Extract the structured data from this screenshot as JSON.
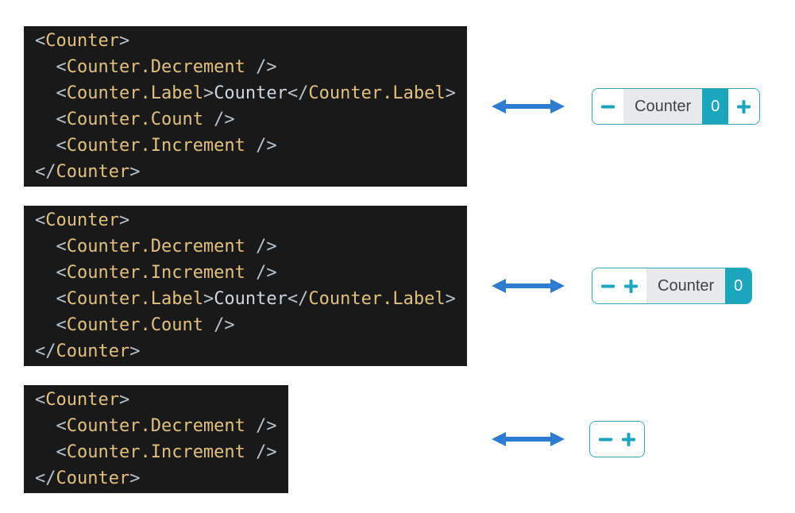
{
  "colors": {
    "page_background": "#ffffff",
    "code_background": "#191919",
    "code_tag": "#e2c17f",
    "code_punctuation": "#b9c3cc",
    "code_text": "#cdd6de",
    "teal": "#1aa6bc",
    "teal_border": "#2aa9c0",
    "label_background": "#e8e9eb",
    "label_text": "#3d4449",
    "count_text": "#ffffff",
    "arrow_blue": "#2e7cd2"
  },
  "icons": {
    "arrow": "double-headed-arrow-icon",
    "minus": "minus-icon",
    "plus": "plus-icon"
  },
  "examples": [
    {
      "code_lines": [
        [
          [
            "punct",
            "<"
          ],
          [
            "tag",
            "Counter"
          ],
          [
            "punct",
            ">"
          ]
        ],
        [
          [
            "punct",
            "  <"
          ],
          [
            "tag",
            "Counter.Decrement"
          ],
          [
            "punct",
            " />"
          ]
        ],
        [
          [
            "punct",
            "  <"
          ],
          [
            "tag",
            "Counter.Label"
          ],
          [
            "punct",
            ">"
          ],
          [
            "text",
            "Counter"
          ],
          [
            "punct",
            "</"
          ],
          [
            "tag",
            "Counter.Label"
          ],
          [
            "punct",
            ">"
          ]
        ],
        [
          [
            "punct",
            "  <"
          ],
          [
            "tag",
            "Counter.Count"
          ],
          [
            "punct",
            " />"
          ]
        ],
        [
          [
            "punct",
            "  <"
          ],
          [
            "tag",
            "Counter.Increment"
          ],
          [
            "punct",
            " />"
          ]
        ],
        [
          [
            "punct",
            "</"
          ],
          [
            "tag",
            "Counter"
          ],
          [
            "punct",
            ">"
          ]
        ]
      ],
      "widget": {
        "cells": [
          {
            "kind": "buttons",
            "buttons": [
              {
                "action": "decrement",
                "glyph": "minus"
              }
            ]
          },
          {
            "kind": "label",
            "text": "Counter"
          },
          {
            "kind": "count",
            "text": "0"
          },
          {
            "kind": "buttons",
            "buttons": [
              {
                "action": "increment",
                "glyph": "plus"
              }
            ]
          }
        ]
      }
    },
    {
      "code_lines": [
        [
          [
            "punct",
            "<"
          ],
          [
            "tag",
            "Counter"
          ],
          [
            "punct",
            ">"
          ]
        ],
        [
          [
            "punct",
            "  <"
          ],
          [
            "tag",
            "Counter.Decrement"
          ],
          [
            "punct",
            " />"
          ]
        ],
        [
          [
            "punct",
            "  <"
          ],
          [
            "tag",
            "Counter.Increment"
          ],
          [
            "punct",
            " />"
          ]
        ],
        [
          [
            "punct",
            "  <"
          ],
          [
            "tag",
            "Counter.Label"
          ],
          [
            "punct",
            ">"
          ],
          [
            "text",
            "Counter"
          ],
          [
            "punct",
            "</"
          ],
          [
            "tag",
            "Counter.Label"
          ],
          [
            "punct",
            ">"
          ]
        ],
        [
          [
            "punct",
            "  <"
          ],
          [
            "tag",
            "Counter.Count"
          ],
          [
            "punct",
            " />"
          ]
        ],
        [
          [
            "punct",
            "</"
          ],
          [
            "tag",
            "Counter"
          ],
          [
            "punct",
            ">"
          ]
        ]
      ],
      "widget": {
        "cells": [
          {
            "kind": "buttons",
            "buttons": [
              {
                "action": "decrement",
                "glyph": "minus"
              },
              {
                "action": "increment",
                "glyph": "plus"
              }
            ]
          },
          {
            "kind": "label",
            "text": "Counter"
          },
          {
            "kind": "count",
            "text": "0"
          }
        ]
      }
    },
    {
      "code_lines": [
        [
          [
            "punct",
            "<"
          ],
          [
            "tag",
            "Counter"
          ],
          [
            "punct",
            ">"
          ]
        ],
        [
          [
            "punct",
            "  <"
          ],
          [
            "tag",
            "Counter.Decrement"
          ],
          [
            "punct",
            " />"
          ]
        ],
        [
          [
            "punct",
            "  <"
          ],
          [
            "tag",
            "Counter.Increment"
          ],
          [
            "punct",
            " />"
          ]
        ],
        [
          [
            "punct",
            "</"
          ],
          [
            "tag",
            "Counter"
          ],
          [
            "punct",
            ">"
          ]
        ]
      ],
      "widget": {
        "cells": [
          {
            "kind": "buttons",
            "buttons": [
              {
                "action": "decrement",
                "glyph": "minus"
              },
              {
                "action": "increment",
                "glyph": "plus"
              }
            ]
          }
        ]
      }
    }
  ]
}
